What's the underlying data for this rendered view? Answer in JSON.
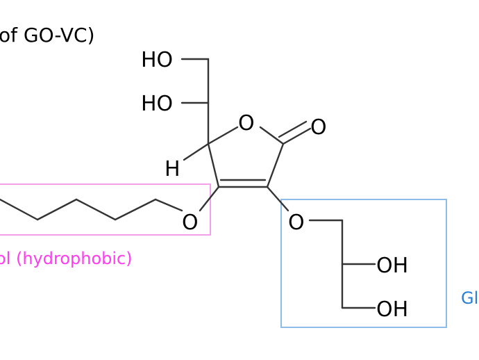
{
  "caption": "of GO-VC)",
  "atoms": {
    "ho_top": "HO",
    "ho_mid": "HO",
    "ring_oxygen": "O",
    "carbonyl_oxygen": "O",
    "hydrogen": "H",
    "ether_oxygen_left": "O",
    "ether_oxygen_right": "O",
    "oh_upper": "OH",
    "oh_lower": "OH"
  },
  "group_labels": {
    "hydrophobic": "ol (hydrophobic)",
    "glycerol_partial": "Gl"
  },
  "colors": {
    "hydrophobic": "#ff3cf0",
    "hydrophobic_box": "#f29ee9",
    "glycerol": "#2a7fd4",
    "glycerol_box": "#8dbce8",
    "bond": "#333333"
  }
}
